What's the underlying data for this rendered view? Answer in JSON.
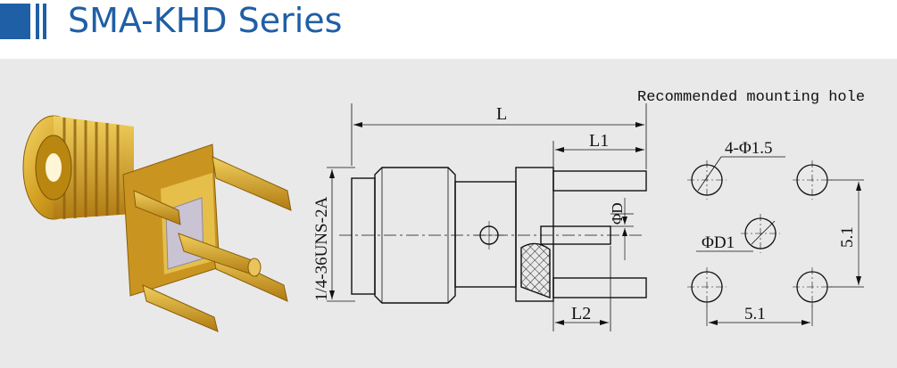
{
  "header": {
    "title": "SMA-KHD Series"
  },
  "drawing": {
    "mounting_label": "Recommended mounting hole",
    "dim_L": "L",
    "dim_L1": "L1",
    "dim_L2": "L2",
    "dim_phiD": "ΦD",
    "thread": "1/4-36UNS-2A",
    "holes_label": "4-Φ1.5",
    "center_label": "ΦD1",
    "pitch_vertical": "5.1",
    "pitch_horizontal": "5.1"
  },
  "colors": {
    "brand": "#1f5fa6",
    "panel": "#e9e9e9",
    "gold": "#d8a92a"
  }
}
